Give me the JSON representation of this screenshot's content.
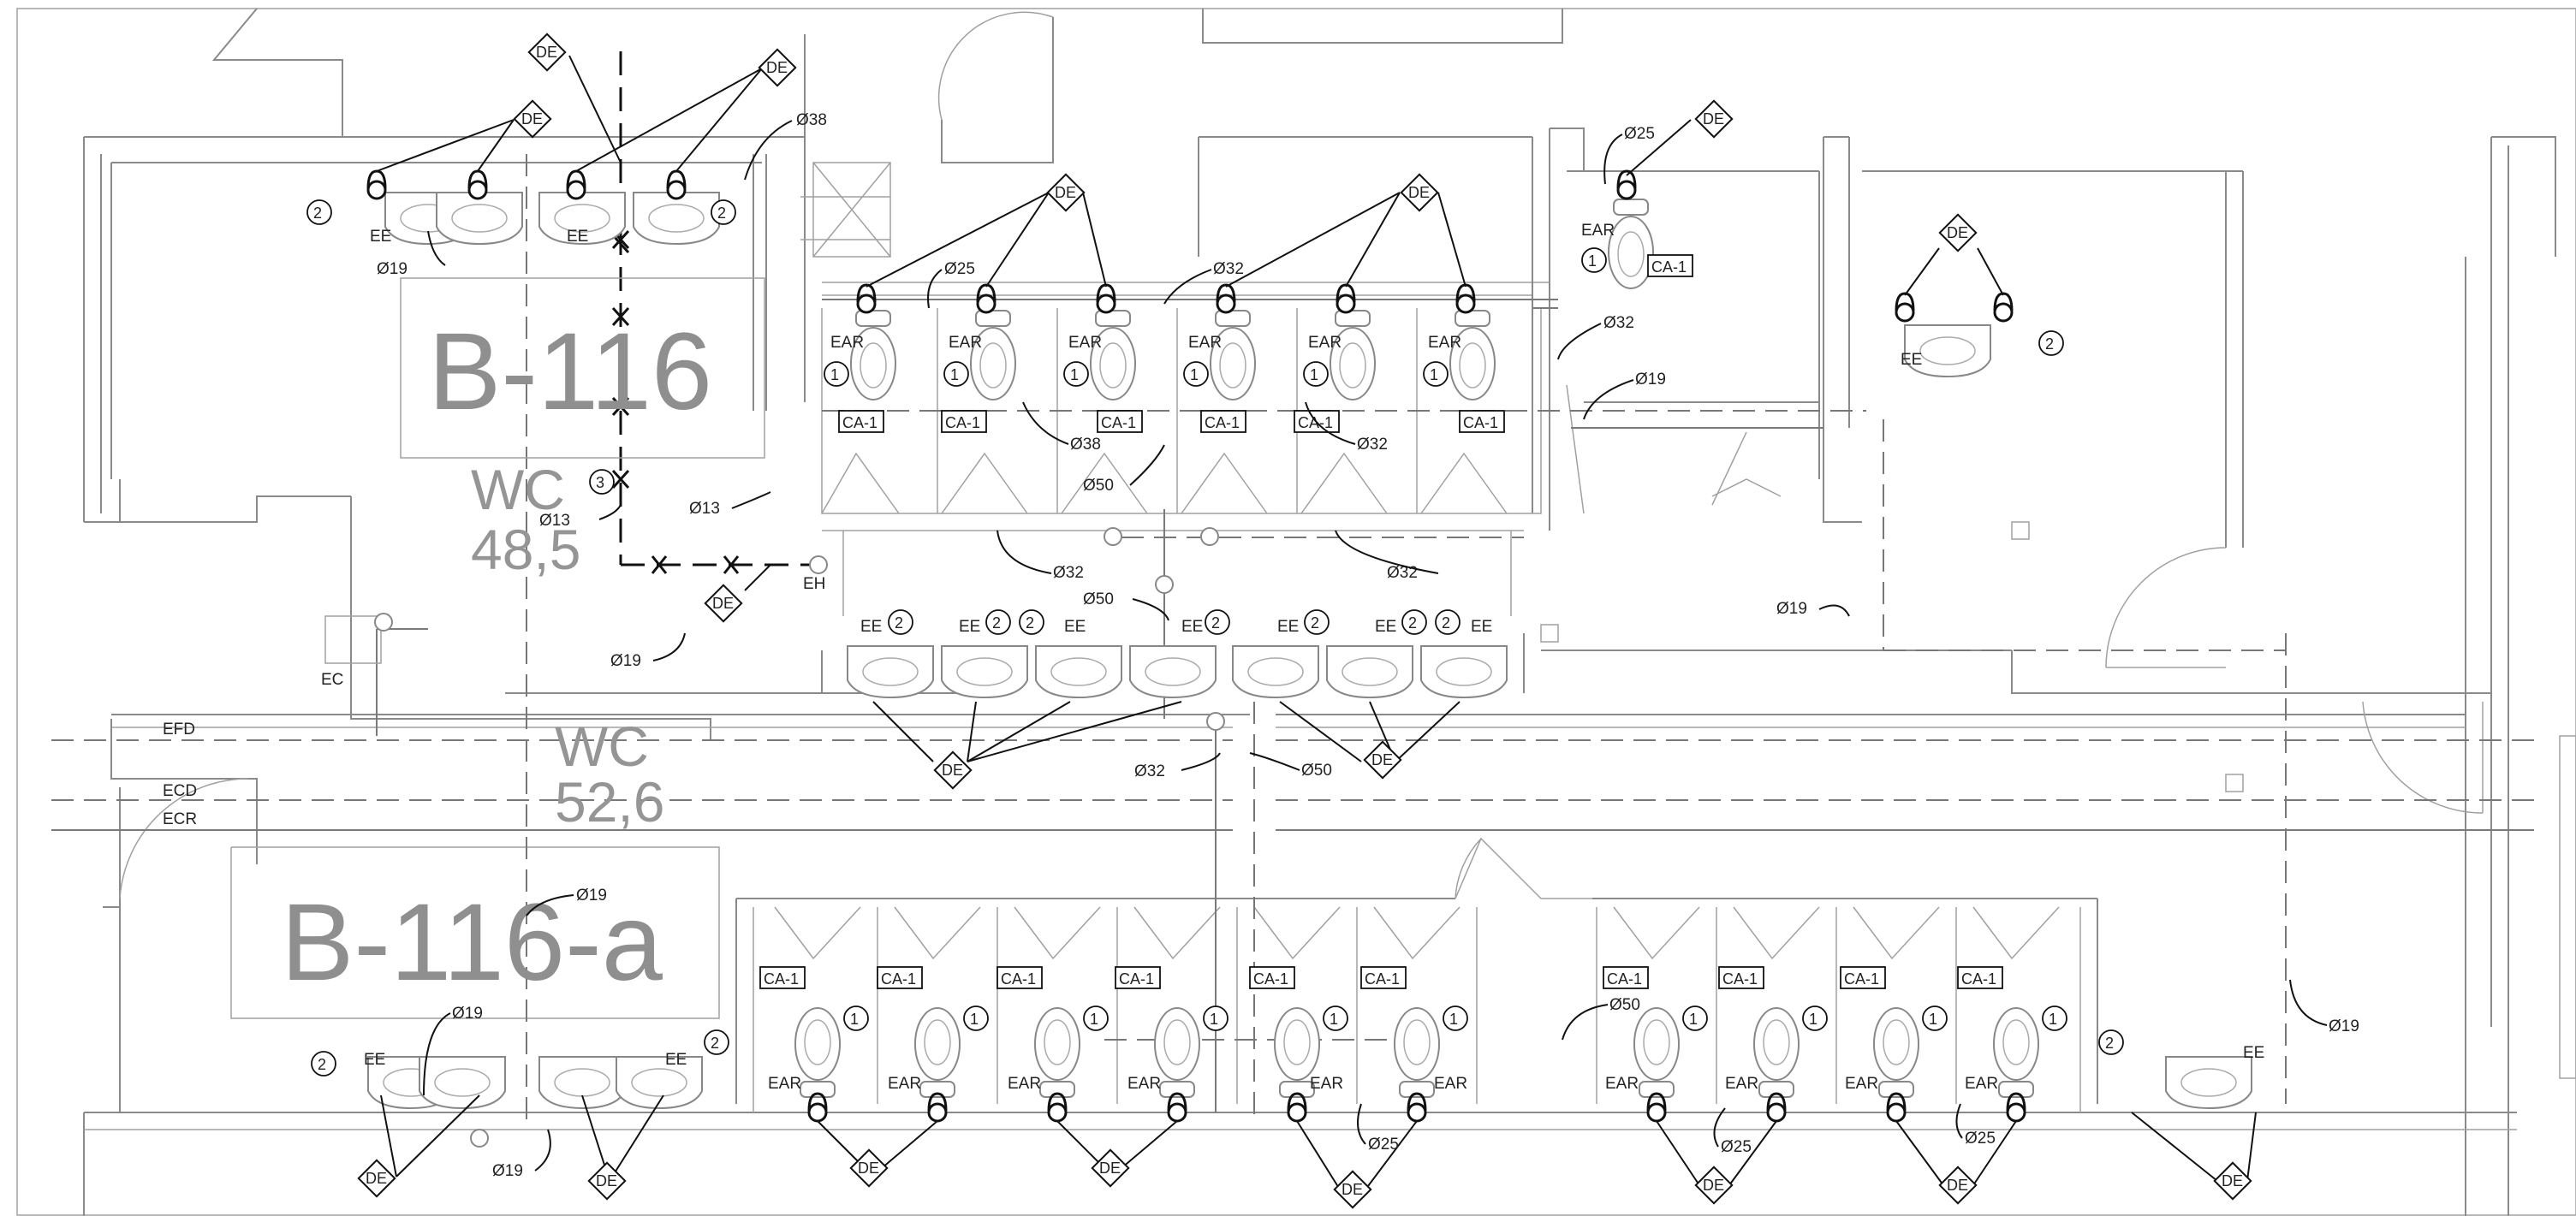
{
  "rooms": {
    "b116": {
      "label": "B-116",
      "area_caption": "WC",
      "area_value": "48,5"
    },
    "b116a": {
      "label": "B-116-a",
      "area_caption": "WC",
      "area_value": "52,6"
    }
  },
  "lines": {
    "efd": "EFD",
    "ecd": "ECD",
    "ecr": "ECR"
  },
  "symbols": {
    "de": "DE",
    "ee": "EE",
    "ear": "EAR",
    "ca1": "CA-1",
    "ec": "EC",
    "eh": "EH",
    "n1": "1",
    "n2": "2",
    "n3": "3"
  },
  "diameters": {
    "d13": "Ø13",
    "d19": "Ø19",
    "d25": "Ø25",
    "d32": "Ø32",
    "d38": "Ø38",
    "d50": "Ø50"
  },
  "colors": {
    "walls": "#8a8a8a",
    "annotations": "#111111",
    "room_text": "#8f8f8f"
  }
}
